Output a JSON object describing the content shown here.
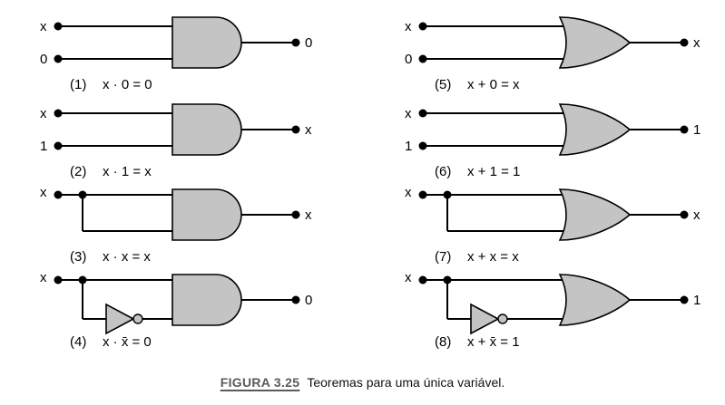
{
  "figure": {
    "label": "FIGURA 3.25",
    "caption": "Teoremas para uma única variável."
  },
  "theorems": [
    {
      "number": "(1)",
      "equation": "x · 0 = 0",
      "gate": "AND",
      "inputs": [
        "x",
        "0"
      ],
      "output": "0",
      "input_mode": "two-inputs"
    },
    {
      "number": "(2)",
      "equation": "x · 1 = x",
      "gate": "AND",
      "inputs": [
        "x",
        "1"
      ],
      "output": "x",
      "input_mode": "two-inputs"
    },
    {
      "number": "(3)",
      "equation": "x · x = x",
      "gate": "AND",
      "inputs": [
        "x"
      ],
      "output": "x",
      "input_mode": "same-input"
    },
    {
      "number": "(4)",
      "equation": "x · x̄ = 0",
      "gate": "AND",
      "inputs": [
        "x"
      ],
      "output": "0",
      "input_mode": "inverted-input"
    },
    {
      "number": "(5)",
      "equation": "x + 0 = x",
      "gate": "OR",
      "inputs": [
        "x",
        "0"
      ],
      "output": "x",
      "input_mode": "two-inputs"
    },
    {
      "number": "(6)",
      "equation": "x + 1 = 1",
      "gate": "OR",
      "inputs": [
        "x",
        "1"
      ],
      "output": "1",
      "input_mode": "two-inputs"
    },
    {
      "number": "(7)",
      "equation": "x + x = x",
      "gate": "OR",
      "inputs": [
        "x"
      ],
      "output": "x",
      "input_mode": "same-input"
    },
    {
      "number": "(8)",
      "equation": "x + x̄ = 1",
      "gate": "OR",
      "inputs": [
        "x"
      ],
      "output": "1",
      "input_mode": "inverted-input"
    }
  ],
  "colors": {
    "gate_fill": "#c4c4c4",
    "wire": "#000000",
    "caption_label": "#5a5a5a"
  }
}
